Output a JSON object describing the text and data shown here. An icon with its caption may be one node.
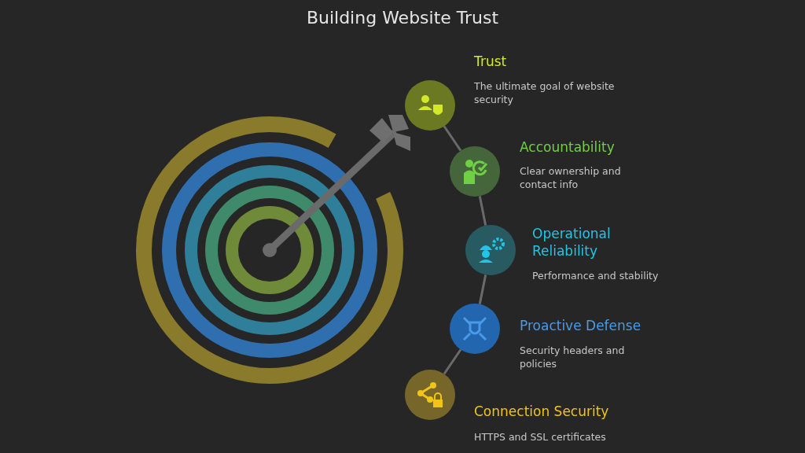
{
  "diagram": {
    "title": "Building Website Trust",
    "nodes": [
      {
        "text": [
          "Trust",
          "The ultimate goal of website security"
        ]
      },
      {
        "text": [
          "Accountability",
          "Clear ownership and contact info"
        ]
      },
      {
        "text": [
          "Operational Reliability",
          "Performance and stability"
        ]
      },
      {
        "text": [
          "Proactive Defense",
          "Security headers and policies"
        ]
      },
      {
        "text": [
          "Connection Security",
          "HTTPS and SSL certificates"
        ]
      }
    ],
    "edges": [
      {
        "from": 0,
        "to": 1,
        "arrow": "none"
      },
      {
        "from": 1,
        "to": 2,
        "arrow": "none"
      },
      {
        "from": 2,
        "to": 3,
        "arrow": "none"
      },
      {
        "from": 3,
        "to": 4,
        "arrow": "none"
      }
    ]
  }
}
